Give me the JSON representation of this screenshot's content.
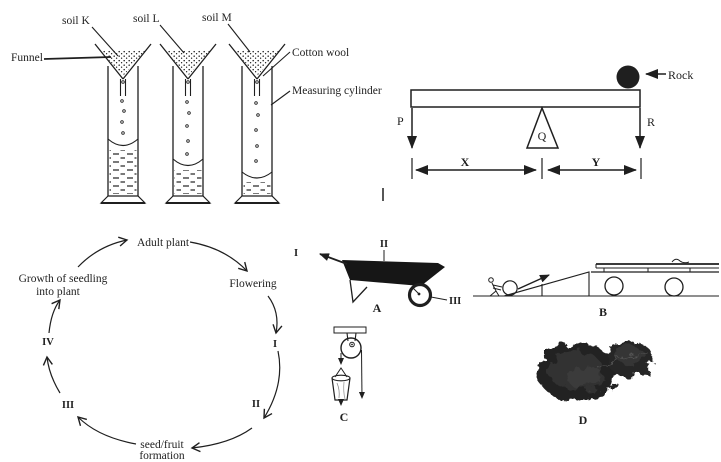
{
  "colors": {
    "ink": "#1f1f1f",
    "paper": "#ffffff"
  },
  "soil_experiment": {
    "funnel_label": "Funnel",
    "soil_labels": [
      "soil K",
      "soil L",
      "soil M"
    ],
    "cotton_wool_label": "Cotton wool",
    "measuring_cylinder_label": "Measuring cylinder"
  },
  "lever": {
    "left_force": "P",
    "fulcrum": "Q",
    "right_force": "R",
    "left_distance": "X",
    "right_distance": "Y",
    "rock_label": "Rock"
  },
  "life_cycle": {
    "adult_plant": "Adult plant",
    "flowering": "Flowering",
    "numeral_1": "I",
    "numeral_2": "II",
    "seed_fruit_line1": "seed/fruit",
    "seed_fruit_line2": "formation",
    "numeral_3": "III",
    "numeral_4": "IV",
    "growth_line1": "Growth of seedling",
    "growth_line2": "into plant"
  },
  "machines": {
    "wheelbarrow": {
      "letter": "A",
      "part_labels": [
        "I",
        "II",
        "III"
      ]
    },
    "ramp_truck": {
      "letter": "B"
    },
    "pulley": {
      "letter": "C"
    },
    "swarm": {
      "letter": "D"
    }
  }
}
